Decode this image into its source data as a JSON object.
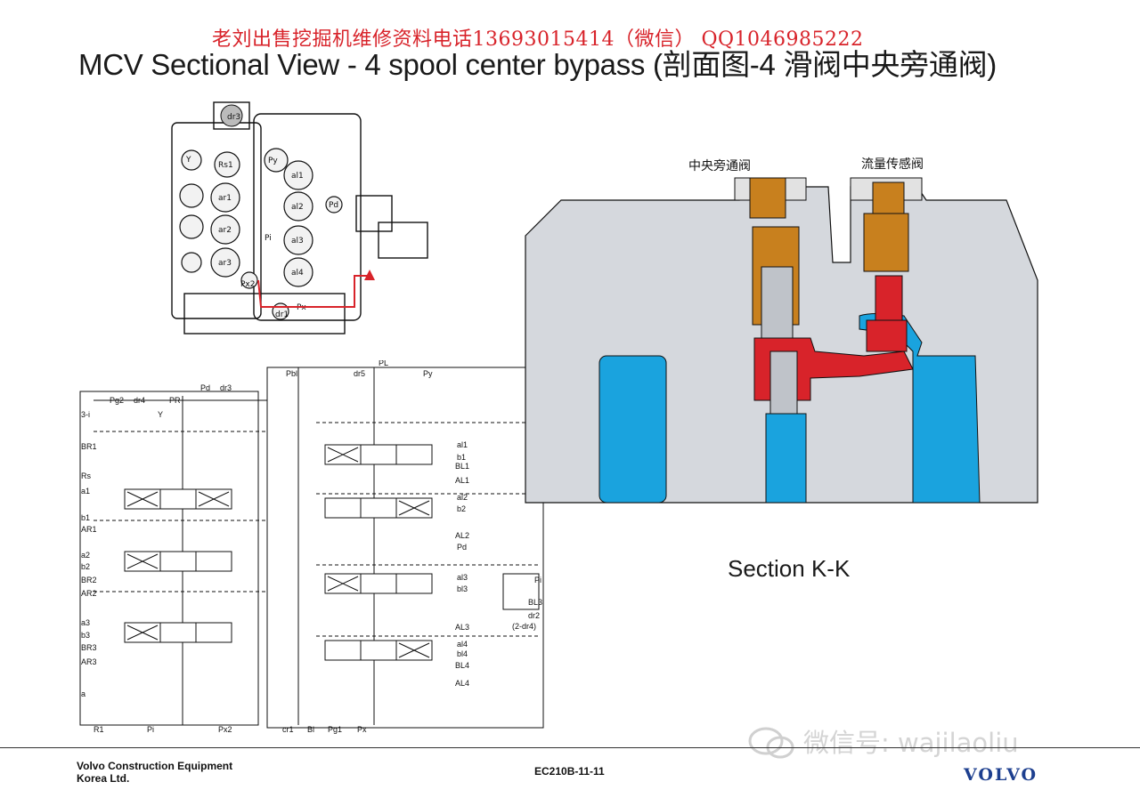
{
  "watermark": {
    "top_text": "老刘出售挖掘机维修资料电话13693015414（微信）  QQ1046985222",
    "wechat": "微信号: wajilaoliu"
  },
  "title": "MCV Sectional View - 4 spool center bypass (剖面图-4 滑阀中央旁通阀)",
  "section": {
    "label": "Section K-K",
    "center_bypass_label": "中央旁通阀",
    "flow_sense_label": "流量传感阀"
  },
  "valve_ports": {
    "top": "dr3",
    "left": [
      "Y",
      "Rs1",
      "ar1",
      "ar2",
      "ar3",
      "Px2"
    ],
    "right": [
      "Py",
      "al1",
      "al2",
      "Pd",
      "al3",
      "al4"
    ],
    "center": "Pi",
    "bottom": [
      "dr1",
      "Px"
    ]
  },
  "schematic": {
    "top_labels": [
      "PL",
      "Pbl",
      "dr5",
      "Py",
      "PR",
      "Pg2",
      "dr4",
      "Pd",
      "dr3",
      "Y"
    ],
    "left_labels": [
      "3-i",
      "BR1",
      "Rs",
      "a1",
      "b1",
      "AR1",
      "a2",
      "b2",
      "BR2",
      "AR2",
      "a3",
      "b3",
      "BR3",
      "AR3",
      "a"
    ],
    "right_labels": [
      "al1",
      "b1",
      "BL1",
      "AL1",
      "al2",
      "b2",
      "AL2",
      "Pd",
      "al3",
      "bl3",
      "AL3",
      "al4",
      "bl4",
      "BL4",
      "AL4"
    ],
    "aux_labels": [
      "Pi",
      "BL3",
      "dr2",
      "(2-dr4)"
    ],
    "bottom_labels": [
      "R1",
      "Pi",
      "Px2",
      "cr1",
      "Bl",
      "Pg1",
      "Px"
    ]
  },
  "footer": {
    "company_line1": "Volvo Construction Equipment",
    "company_line2": "Korea Ltd.",
    "doc_code": "EC210B-11-11",
    "logo": "VOLVO"
  },
  "colors": {
    "red": "#d8232a",
    "blue": "#1aa3de",
    "orange": "#c8801e",
    "gray": "#d5d8dd",
    "volvo_blue": "#1d3f8f"
  }
}
